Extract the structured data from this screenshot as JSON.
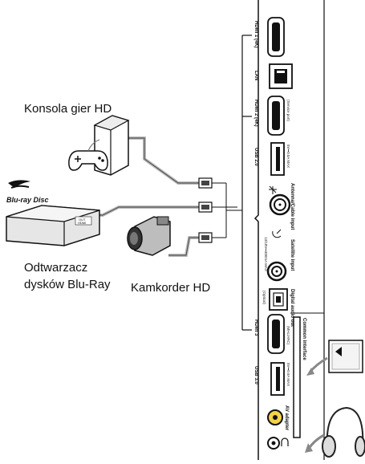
{
  "devices": {
    "console": "Konsola gier HD",
    "bluray_player": [
      "Odtwarzacz",
      "dysków Blu-Ray"
    ],
    "camcorder": "Kamkorder HD"
  },
  "logo": "Blu-ray Disc",
  "player_port_labels": [
    "OUT",
    "HDMI"
  ],
  "ports": {
    "hdmi1": "HDMI 1 (4K)",
    "lan": "LAN",
    "hdmi2": "HDMI 2 (4K)",
    "hdmi2_sub": "(Service port)",
    "usb2": "USB 2.0",
    "usb2_sub": "5V⎓0.5A MAX",
    "antenna": "Antenna/Cable input",
    "satellite": "Satellite input",
    "satellite_sub": "13/18V⎓300mA MAX",
    "digital_audio": "Digital audio out",
    "digital_audio_sub": "(Optical)",
    "hdmi3": "HDMI 3",
    "hdmi3_sub": "(MHL/ARC)",
    "common_interface": "Common interface",
    "usb3": "USB 3.0",
    "usb3_sub": "5V⎓0.9A MAX",
    "av_adapter": "AV adapter"
  }
}
